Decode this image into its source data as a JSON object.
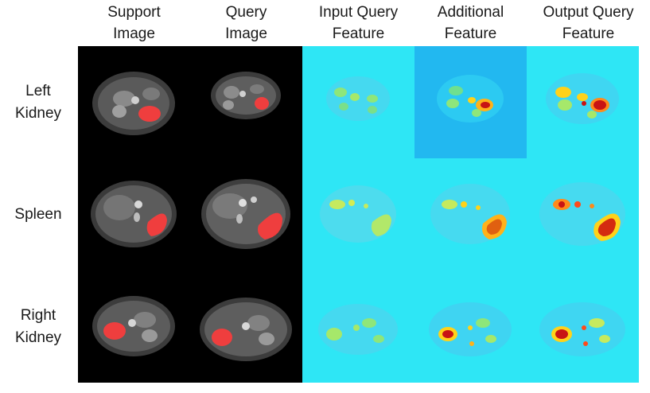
{
  "column_headers": [
    {
      "line1": "Support",
      "line2": "Image"
    },
    {
      "line1": "Query",
      "line2": "Image"
    },
    {
      "line1": "Input Query",
      "line2": "Feature"
    },
    {
      "line1": "Additional",
      "line2": "Feature"
    },
    {
      "line1": "Output Query",
      "line2": "Feature"
    }
  ],
  "row_labels": [
    {
      "line1": "Left",
      "line2": "Kidney"
    },
    {
      "line1": "Spleen",
      "line2": ""
    },
    {
      "line1": "Right",
      "line2": "Kidney"
    }
  ],
  "colors": {
    "mri_background": "#000000",
    "mask_overlay": "#ff3b3b",
    "feature_background_cyan": "#2ee6f5",
    "feature_background_blue": "#22b8f0",
    "feature_high": "#c81414",
    "feature_mid": "#ffd21a",
    "feature_low": "#8ee67a"
  }
}
